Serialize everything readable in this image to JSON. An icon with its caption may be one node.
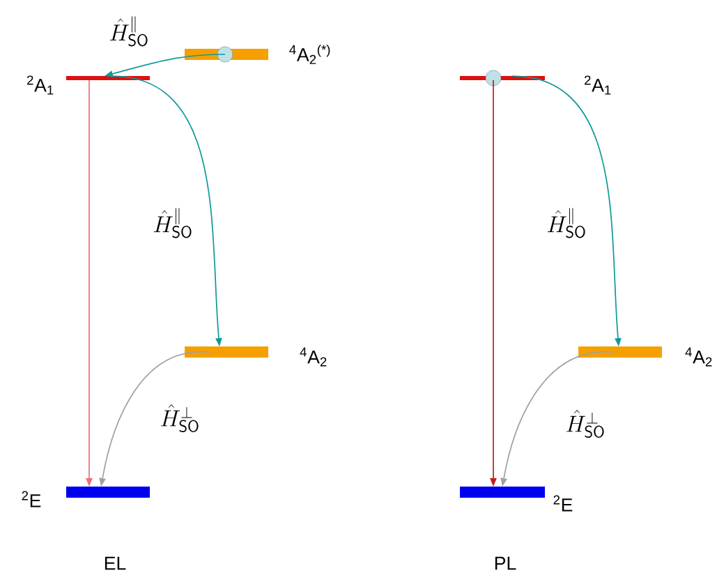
{
  "diagram": {
    "nodes": [
      {
        "text": [],
        "shape": "bar",
        "beside": [
          "$^{4}$A$_{2}$$^{(*)}$"
        ]
      },
      {
        "text": [],
        "shape": "bar",
        "beside": [
          "$^{2}$A$_{1}$"
        ]
      },
      {
        "text": [],
        "shape": "bar",
        "beside": [
          "$^{4}$A$_{2}$"
        ]
      },
      {
        "text": [],
        "shape": "bar",
        "beside": [
          "$^{2}$E"
        ]
      },
      {
        "text": [],
        "shape": "bar",
        "beside": [
          "$^{2}$A$_{1}$"
        ]
      },
      {
        "text": [],
        "shape": "bar",
        "beside": [
          "$^{4}$A$_{2}$"
        ]
      },
      {
        "text": [],
        "shape": "bar",
        "beside": [
          "$^{2}$E"
        ]
      }
    ],
    "edges": [
      {
        "from": 0,
        "to": 1,
        "arrow": "to",
        "label": "\\hat{H}^{\\|}_{\\mathsf{SO}}"
      },
      {
        "from": 1,
        "to": 2,
        "arrow": "to",
        "label": "\\hat{H}^{\\|}_{\\mathsf{SO}}"
      },
      {
        "from": 1,
        "to": 3,
        "arrow": "to",
        "color": "#f07070"
      },
      {
        "from": 2,
        "to": 3,
        "arrow": "to",
        "color": "#a0a0a0",
        "label": "\\hat{H}^{\\perp}_{\\mathsf{SO}}"
      },
      {
        "from": 4,
        "to": 5,
        "arrow": "to",
        "label": "\\hat{H}^{\\|}_{\\mathsf{SO}}"
      },
      {
        "from": 4,
        "to": 6,
        "arrow": "to",
        "color": "#c02020"
      },
      {
        "from": 5,
        "to": 6,
        "arrow": "to",
        "color": "#a0a0a0",
        "label": "\\hat{H}^{\\perp}_{\\mathsf{SO}}"
      }
    ],
    "labels": [
      "EL",
      "PL"
    ]
  }
}
